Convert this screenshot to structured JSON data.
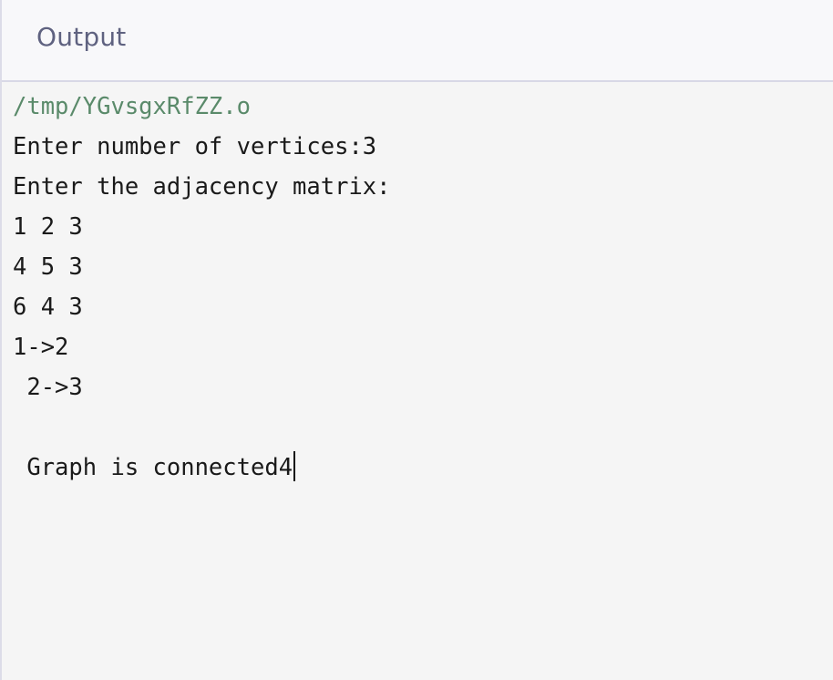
{
  "panel": {
    "title": "Output"
  },
  "console": {
    "lines": [
      "/tmp/YGvsgxRfZZ.o",
      "Enter number of vertices:3",
      "Enter the adjacency matrix:",
      "1 2 3",
      "4 5 3",
      "6 4 3",
      "1->2",
      " 2->3",
      "",
      " Graph is connected4"
    ]
  }
}
